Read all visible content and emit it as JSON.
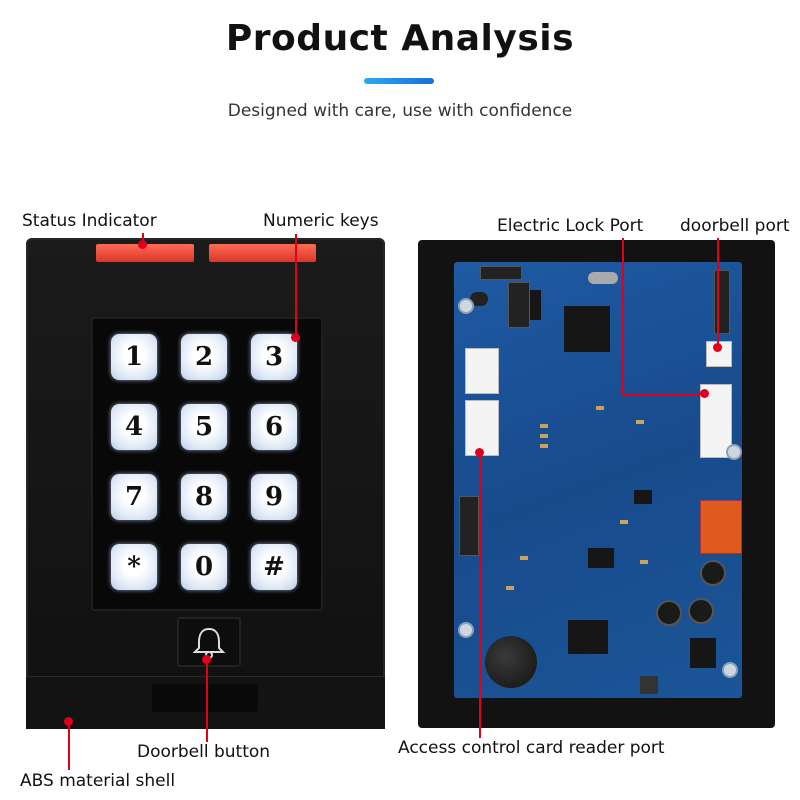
{
  "header": {
    "title": "Product Analysis",
    "subtitle": "Designed with care, use with confidence"
  },
  "labels": {
    "status_indicator": "Status Indicator",
    "numeric_keys": "Numeric keys",
    "electric_lock_port": "Electric Lock Port",
    "doorbell_port": "doorbell port",
    "doorbell_button": "Doorbell button",
    "abs_shell": "ABS material shell",
    "card_reader_port": "Access control card reader port"
  },
  "keypad": {
    "keys": [
      "1",
      "2",
      "3",
      "4",
      "5",
      "6",
      "7",
      "8",
      "9",
      "*",
      "0",
      "#"
    ]
  },
  "colors": {
    "accent": "#e0001b",
    "title_bar": "#1a8fe6",
    "pcb": "#1b5598"
  }
}
